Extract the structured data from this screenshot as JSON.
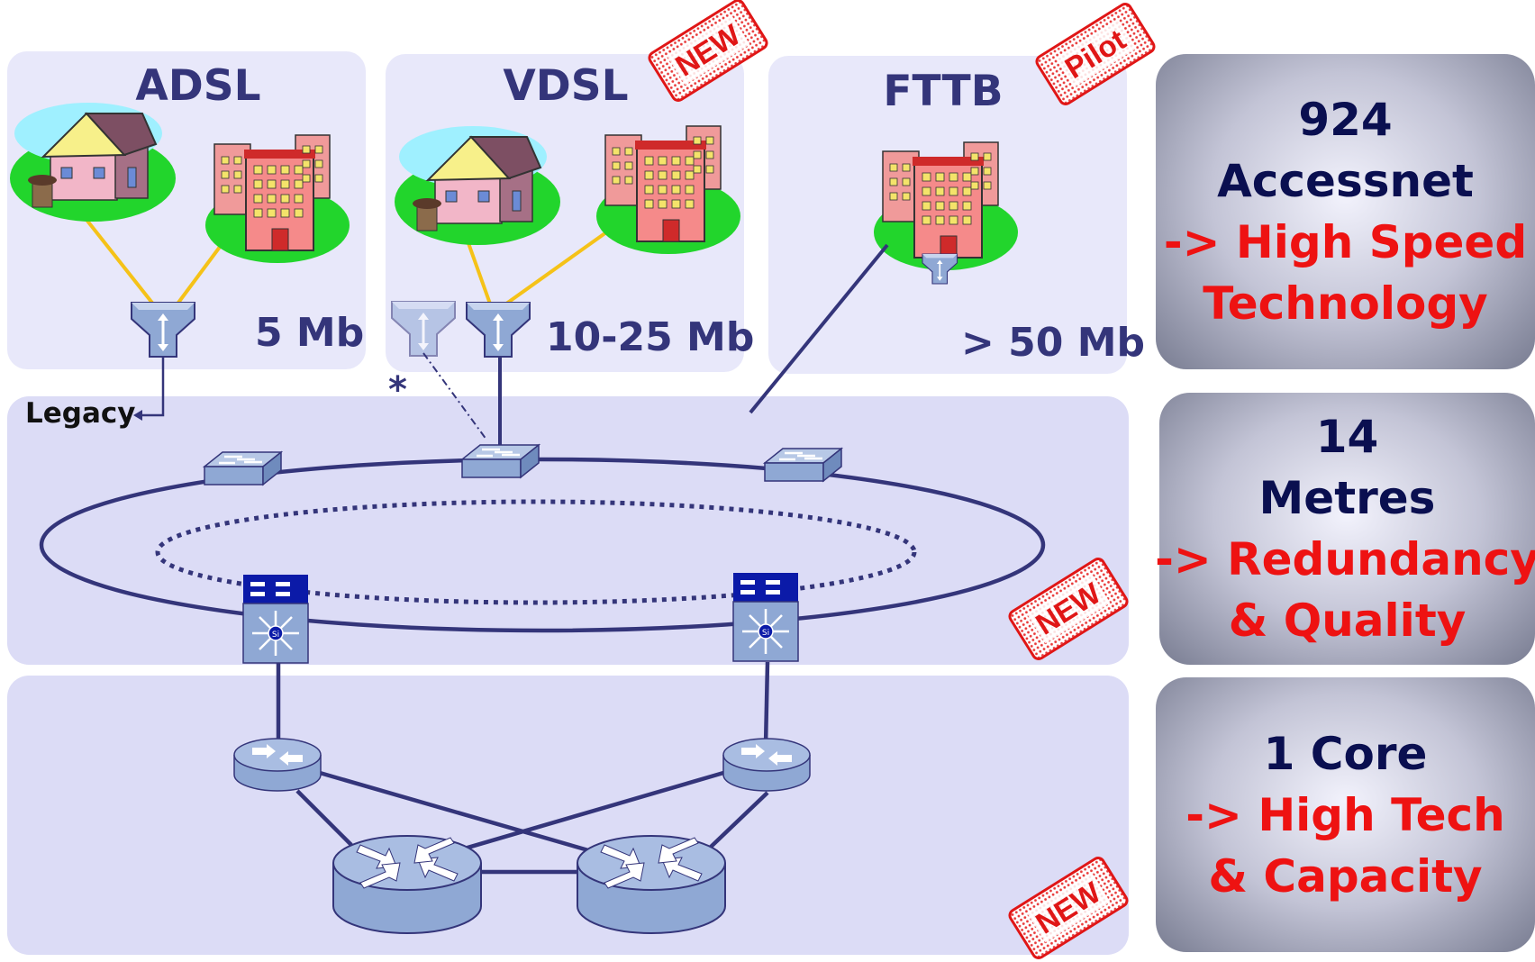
{
  "access": {
    "adsl": {
      "title": "ADSL",
      "speed": "5 Mb"
    },
    "vdsl": {
      "title": "VDSL",
      "speed": "10-25 Mb"
    },
    "fttb": {
      "title": "FTTB",
      "speed": "> 50 Mb"
    }
  },
  "labels": {
    "legacy": "Legacy",
    "asterisk": "*"
  },
  "stamps": {
    "new": "NEW",
    "pilot": "Pilot"
  },
  "info": {
    "access_box": {
      "line1": "924",
      "line2": "Accessnet",
      "line3": "-> High Speed",
      "line4": "Technology"
    },
    "metro_box": {
      "line1": "14",
      "line2": "Metres",
      "line3": "-> Redundancy",
      "line4": "& Quality"
    },
    "core_box": {
      "line1": "1 Core",
      "line2": "-> High Tech",
      "line3": "& Capacity"
    }
  },
  "colors": {
    "panel": "#e8e8fa",
    "ring_panel": "#dcdcf6",
    "line": "#34357a",
    "copper_line": "#f5c218",
    "device": "#8fa8d4",
    "stamp_red": "#e01616",
    "info_dark_text": "#0a0f50",
    "info_red_text": "#ee1212"
  }
}
